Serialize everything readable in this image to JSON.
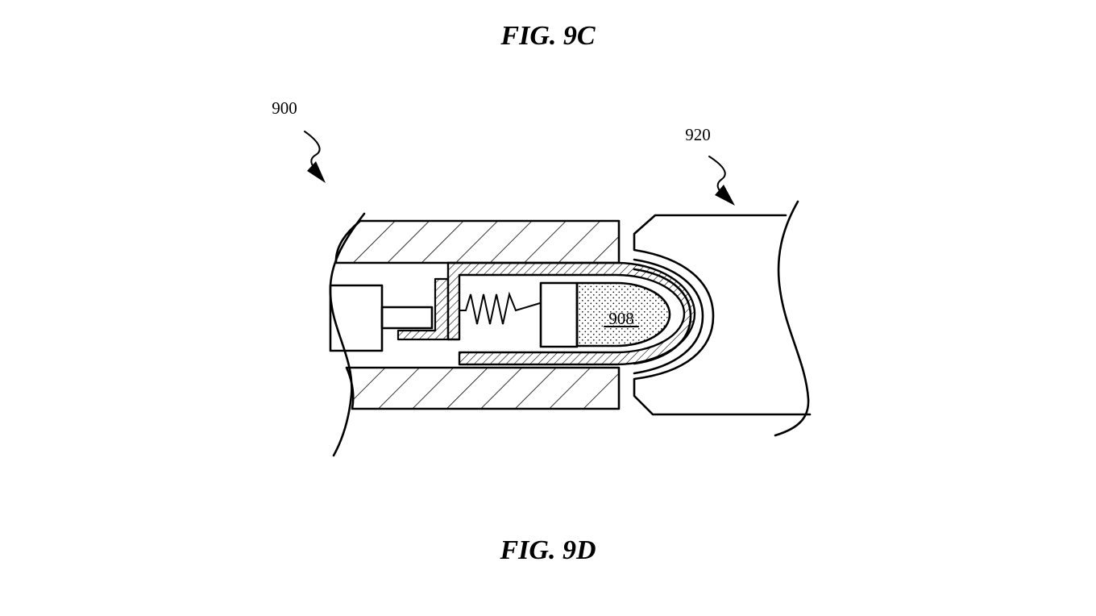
{
  "figures": {
    "top_caption": "FIG. 9C",
    "bottom_caption": "FIG. 9D"
  },
  "reference_labels": {
    "device": "900",
    "receptacle": "920",
    "tip": "908"
  }
}
